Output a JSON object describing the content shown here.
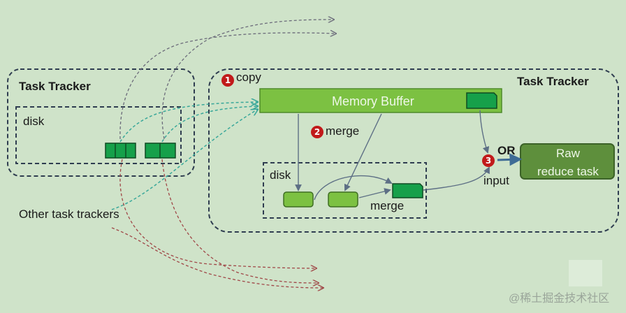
{
  "left_tracker": {
    "title": "Task Tracker",
    "disk_label": "disk"
  },
  "right_tracker": {
    "title": "Task Tracker",
    "inner_disk_label": "disk"
  },
  "memory_buffer": {
    "label": "Memory Buffer"
  },
  "output_box": {
    "line1": "Raw",
    "line2": "reduce task"
  },
  "labels": {
    "copy": "copy",
    "merge_upper": "merge",
    "merge_lower": "merge",
    "or": "OR",
    "input": "input",
    "other_trackers": "Other task trackers"
  },
  "steps": {
    "one": "1",
    "two": "2",
    "three": "3"
  },
  "watermark": "@稀土掘金技术社区",
  "colors": {
    "background": "#cfe3c9",
    "light_segment": "#7cc142",
    "dark_segment": "#16a04a",
    "output_box": "#5e8f3c",
    "badge": "#c11a1a",
    "copy_arrow": "#3aa89a",
    "spill_arrow": "#a04848"
  }
}
